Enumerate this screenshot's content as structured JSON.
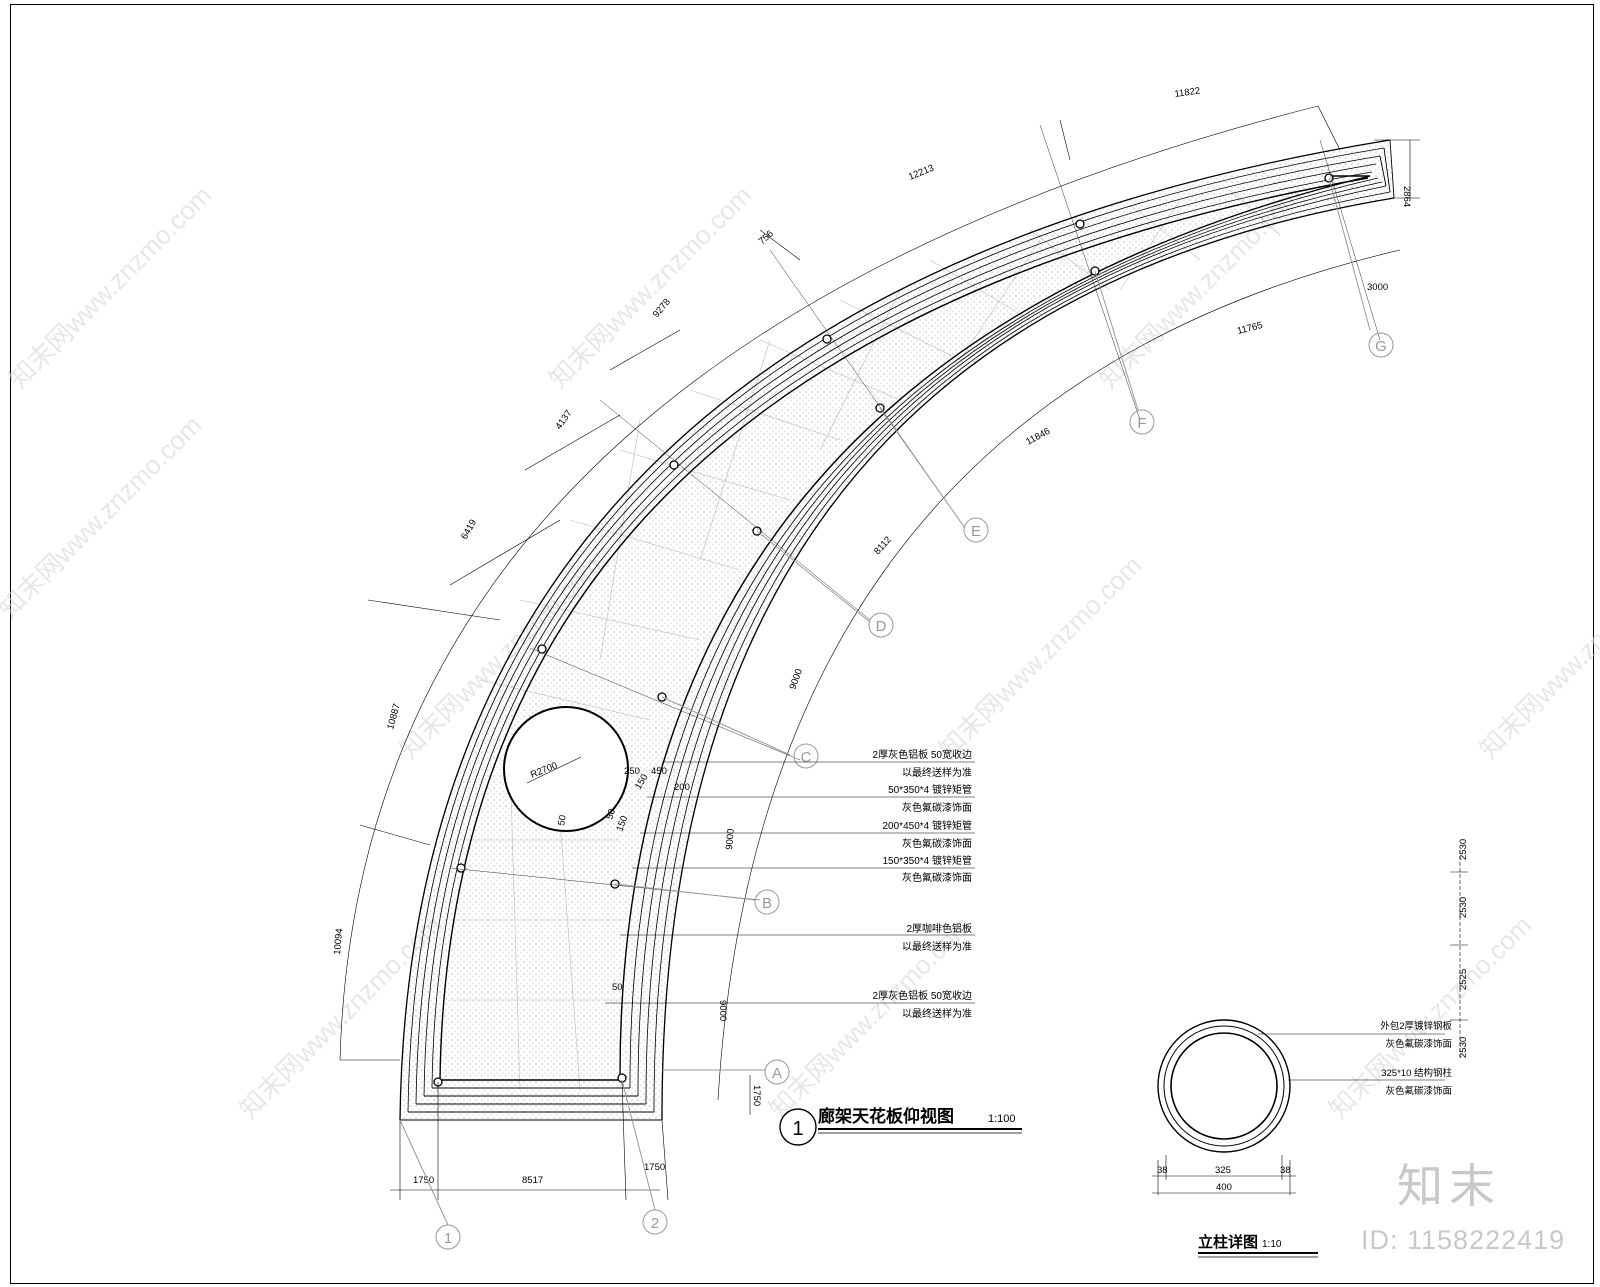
{
  "drawing": {
    "main_title": "廊架天花板仰视图",
    "main_scale": "1:100",
    "main_index": "1",
    "detail_title": "立柱详图",
    "detail_scale": "1:10",
    "brand": "知末",
    "id_text": "ID: 1158222419",
    "watermark": "知末网www.znzmo.com"
  },
  "top_dims": [
    "11822",
    "12213",
    "756",
    "9278",
    "4137",
    "6419",
    "10887",
    "10094"
  ],
  "right_dims": [
    "2864",
    "3000",
    "11765",
    "11846",
    "8112",
    "9000",
    "9000",
    "9000",
    "1750"
  ],
  "bottom_dims": [
    "1750",
    "8517",
    "1750"
  ],
  "axes": [
    "1",
    "2",
    "A",
    "B",
    "C",
    "D",
    "E",
    "F",
    "G"
  ],
  "inner_dims": {
    "radius": "R2700",
    "d250": "250",
    "d450": "450",
    "d200": "200",
    "d150a": "150",
    "d150b": "150",
    "d50a": "50",
    "d50b": "50",
    "d50c": "50"
  },
  "notes": [
    "2厚灰色铝板 50宽收边",
    "以最终送样为准",
    "50*350*4 镀锌矩管",
    "灰色氟碳漆饰面",
    "200*450*4 镀锌矩管",
    "灰色氟碳漆饰面",
    "150*350*4 镀锌矩管",
    "灰色氟碳漆饰面",
    "2厚咖啡色铝板",
    "以最终送样为准",
    "2厚灰色铝板 50宽收边",
    "以最终送样为准"
  ],
  "detail_notes": [
    "外包2厚镀锌钢板",
    "灰色氟碳漆饰面",
    "325*10 结构钢柱",
    "灰色氟碳漆饰面"
  ],
  "detail_dims": [
    "38",
    "325",
    "38",
    "400",
    "2530",
    "2525",
    "2530",
    "2530"
  ]
}
